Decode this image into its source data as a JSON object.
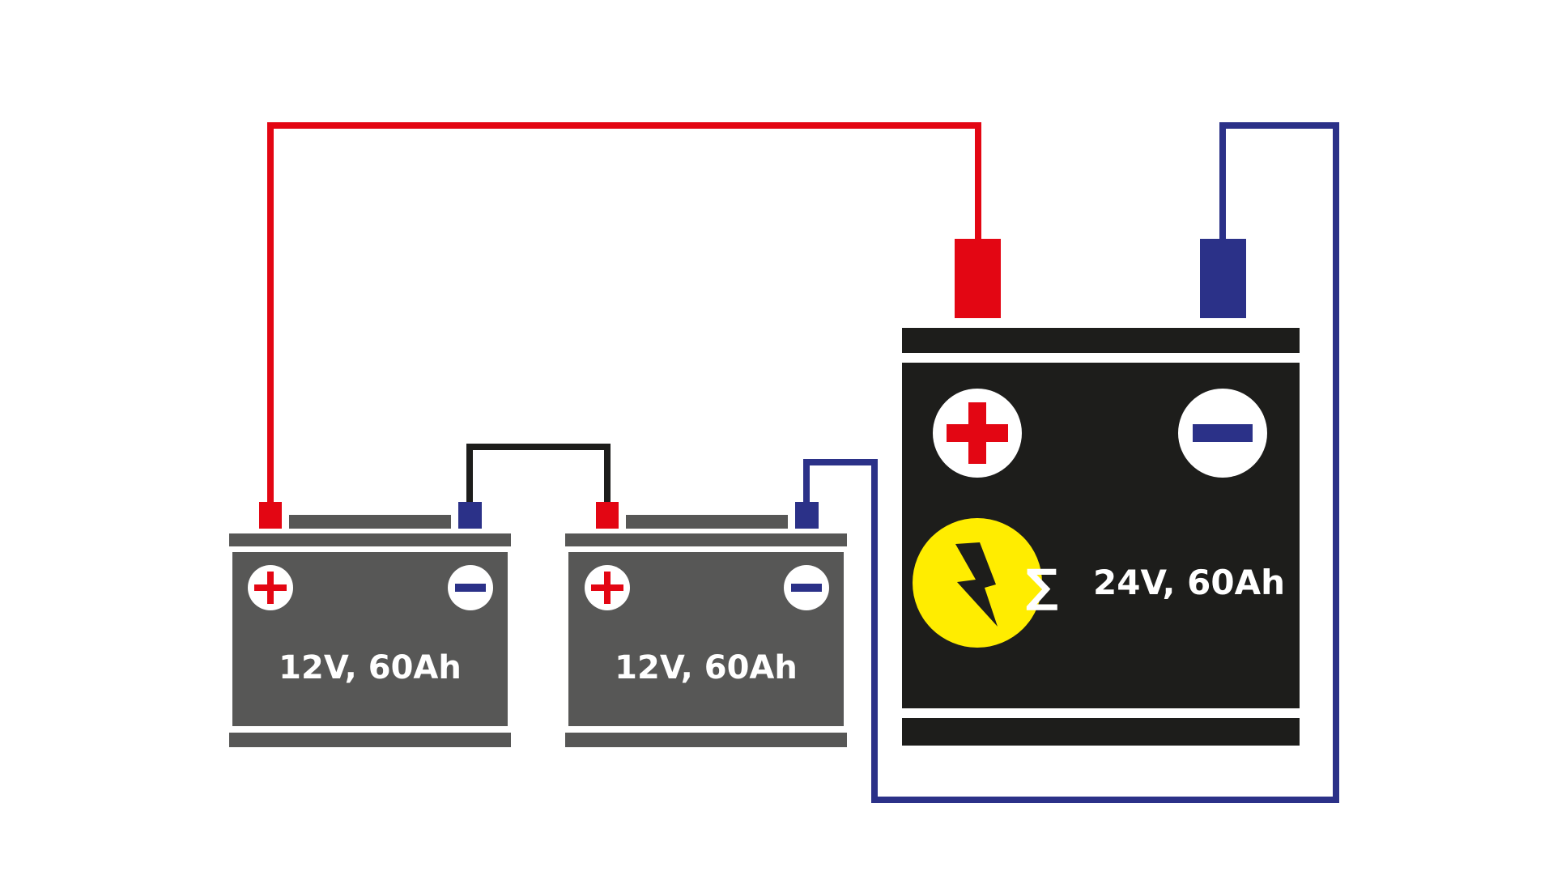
{
  "colors": {
    "positive": "#e30613",
    "negative": "#2b3188",
    "link": "#1d1d1b",
    "small_battery_body": "#575756",
    "large_battery_body": "#1d1d1b",
    "bolt_circle": "#ffed00",
    "label_text": "#ffffff"
  },
  "batteries": [
    {
      "label": "12V, 60Ah"
    },
    {
      "label": "12V, 60Ah"
    }
  ],
  "result": {
    "symbol": "∑",
    "label": "24V, 60Ah"
  },
  "icons": {
    "plus": "plus-icon",
    "minus": "minus-icon",
    "bolt": "lightning-bolt-icon"
  }
}
